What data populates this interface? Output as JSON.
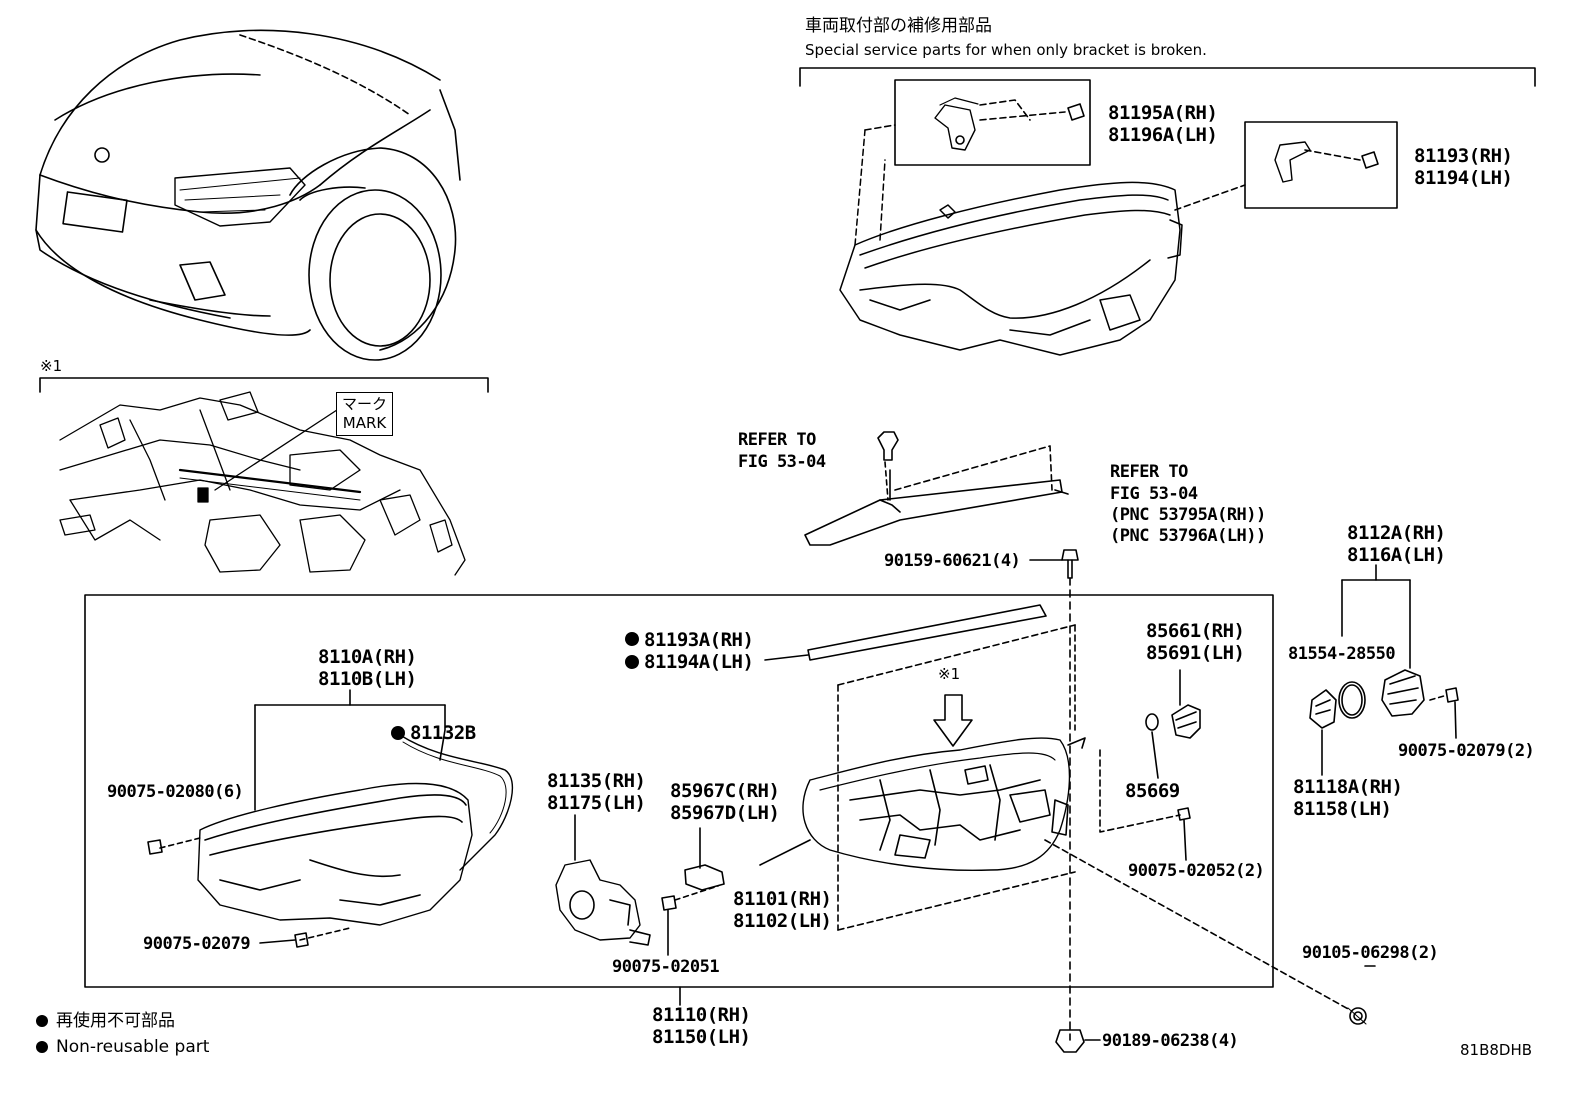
{
  "special_service": {
    "title_jp": "車両取付部の補修用部品",
    "title_en": "Special service parts for when only bracket is broken."
  },
  "reference_mark": "※1",
  "mark_box": {
    "jp": "マーク",
    "en": "MARK"
  },
  "refer_to": {
    "left": [
      "REFER TO",
      "FIG 53-04"
    ],
    "right": [
      "REFER TO",
      "FIG 53-04",
      "(PNC 53795A(RH))",
      "(PNC 53796A(LH))"
    ]
  },
  "parts": {
    "p81195": [
      "81195A(RH)",
      "81196A(LH)"
    ],
    "p81193": [
      "81193(RH)",
      "81194(LH)"
    ],
    "p90159": "90159-60621(4)",
    "p8112": [
      "8112A(RH)",
      "8116A(LH)"
    ],
    "p81554": "81554-28550",
    "p90075_02079_2": "90075-02079(2)",
    "p81118": [
      "81118A(RH)",
      "81158(LH)"
    ],
    "p81193A": [
      "81193A(RH)",
      "81194A(LH)"
    ],
    "p85661": [
      "85661(RH)",
      "85691(LH)"
    ],
    "p85669": "85669",
    "p90075_02052": "90075-02052(2)",
    "p8110": [
      "8110A(RH)",
      "8110B(LH)"
    ],
    "p81132B": "81132B",
    "p90075_02080": "90075-02080(6)",
    "p90075_02079": "90075-02079",
    "p81135": [
      "81135(RH)",
      "81175(LH)"
    ],
    "p85967": [
      "85967C(RH)",
      "85967D(LH)"
    ],
    "p81101": [
      "81101(RH)",
      "81102(LH)"
    ],
    "p90075_02051": "90075-02051",
    "p81110": [
      "81110(RH)",
      "81150(LH)"
    ],
    "p90189": "90189-06238(4)",
    "p90105": "90105-06298(2)"
  },
  "legend": {
    "jp": "再使用不可部品",
    "en": "Non-reusable part"
  },
  "figure_code": "81B8DHB"
}
